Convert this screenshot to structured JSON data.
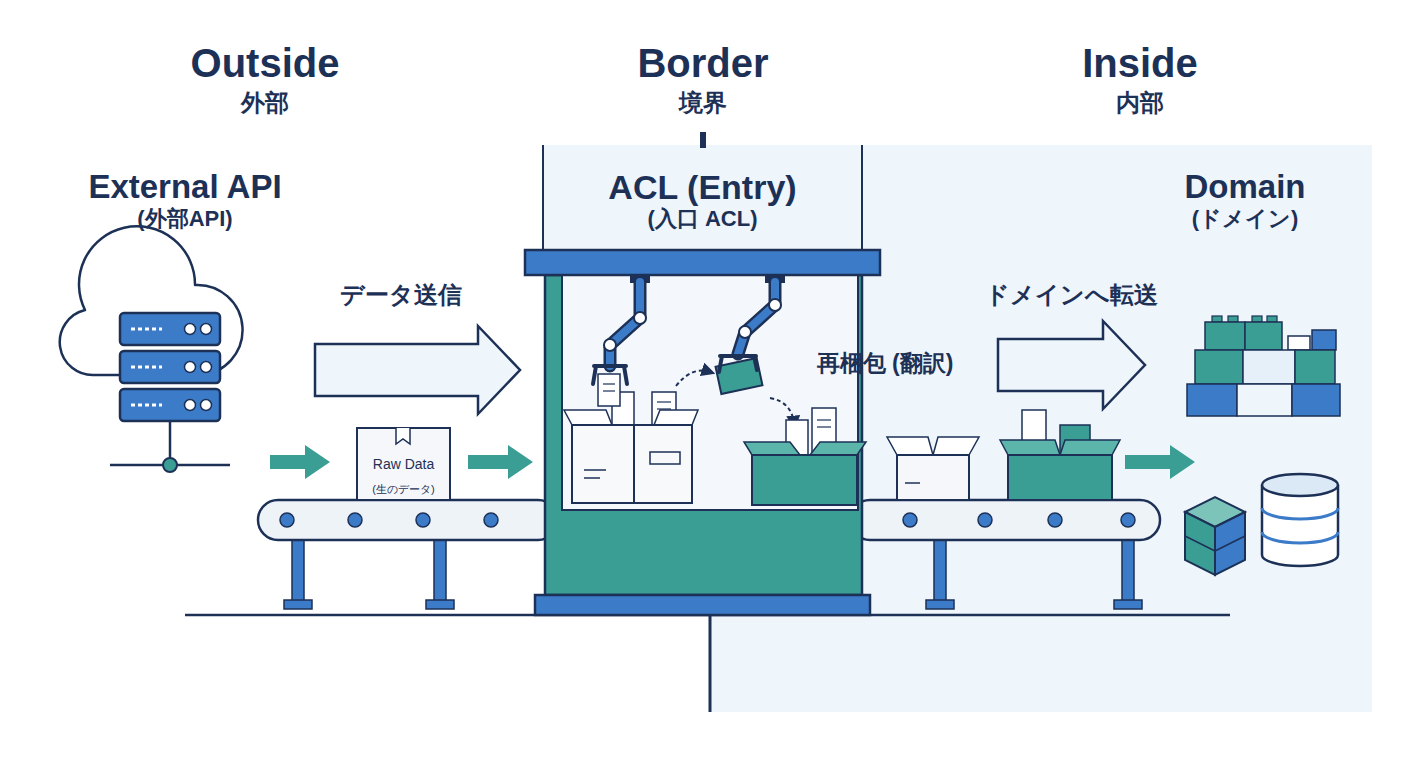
{
  "diagram": {
    "nodes": [
      {
        "text": [
          "External API",
          "(外部API)"
        ]
      },
      {
        "text": [
          "Raw Data",
          "(生のデータ)"
        ]
      },
      {
        "text": [
          "ACL (Entry)",
          "(入口 ACL)"
        ]
      },
      {
        "text": [
          "Domain",
          "(ドメイン)"
        ]
      }
    ],
    "edges": [
      {
        "from": 0,
        "to": 2,
        "arrow": "to",
        "label": "データ送信"
      },
      {
        "from": 0,
        "to": 1,
        "arrow": "to"
      },
      {
        "from": 1,
        "to": 2,
        "arrow": "to"
      },
      {
        "from": 2,
        "to": 3,
        "arrow": "to",
        "label": "ドメインへ転送"
      }
    ],
    "labels": [
      "Outside",
      "外部",
      "Border",
      "境界",
      "Inside",
      "内部",
      "再梱包 (翻訳)"
    ]
  }
}
